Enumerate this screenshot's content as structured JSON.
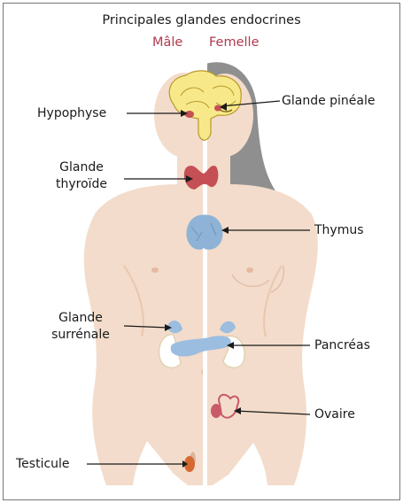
{
  "title": "Principales glandes endocrines",
  "sexes": {
    "male": "Mâle",
    "female": "Femelle"
  },
  "labels": {
    "hypophyse": "Hypophyse",
    "glande_pineale": "Glande pinéale",
    "glande_thyroide_l1": "Glande",
    "glande_thyroide_l2": "thyroïde",
    "thymus": "Thymus",
    "glande_surrenale_l1": "Glande",
    "glande_surrenale_l2": "surrénale",
    "pancreas": "Pancréas",
    "ovaire": "Ovaire",
    "testicule": "Testicule"
  },
  "colors": {
    "skin": "#f3dccb",
    "skin_shadow": "#e8c7b0",
    "hair": "#8f8f8f",
    "brain": "#f7e98a",
    "brain_outline": "#b99a2a",
    "thyroid": "#c44f55",
    "thymus": "#8fb3d6",
    "adrenal": "#f4e2ad",
    "kidney": "#ffffff",
    "pancreas": "#9bbde0",
    "ovary": "#c95a69",
    "testicle": "#d46a32",
    "label_text": "#1a1a1a",
    "sex_label": "#b03a4e",
    "frame": "#777777"
  }
}
